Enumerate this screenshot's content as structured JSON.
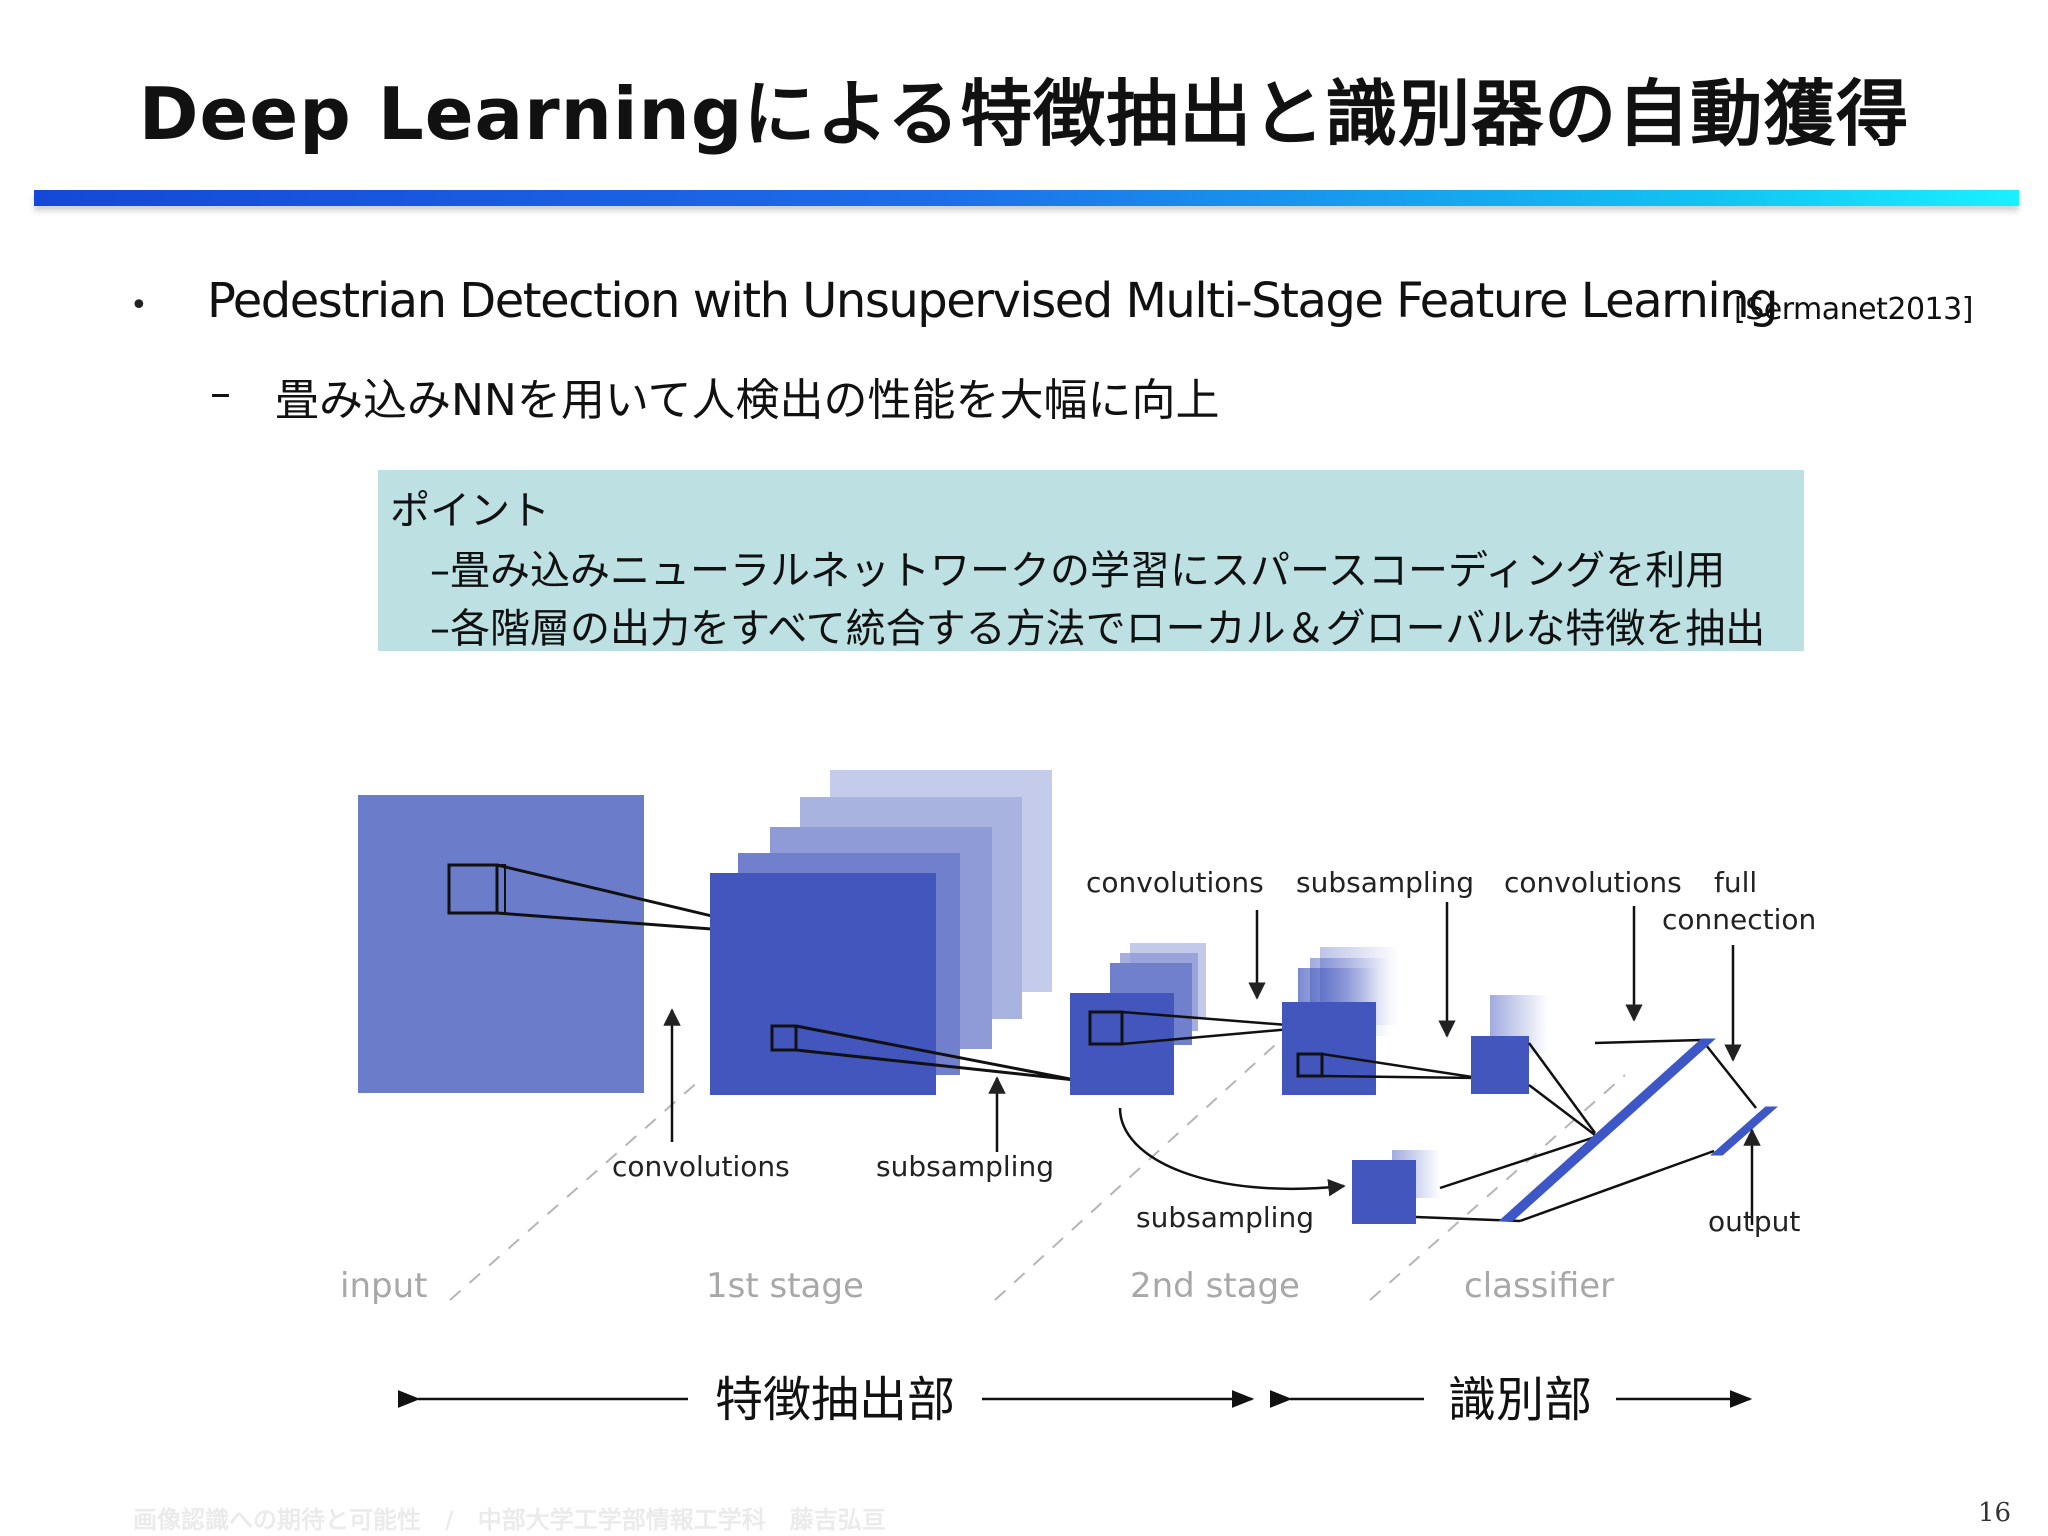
{
  "slide": {
    "title": "Deep Learningによる特徴抽出と識別器の自動獲得",
    "bullet": {
      "text": "Pedestrian Detection with Unsupervised Multi-Stage Feature Learning",
      "ref": "[Sermanet2013]",
      "sub": "畳み込みNNを用いて人検出の性能を大幅に向上"
    },
    "point_box": {
      "title": "ポイント",
      "lines": [
        "–畳み込みニューラルネットワークの学習にスパースコーディングを利用",
        "–各階層の出力をすべて統合する方法でローカル＆グローバルな特徴を抽出"
      ]
    },
    "footer": "画像認識への期待と可能性　/　中部大学工学部情報工学科　藤吉弘亘",
    "page_number": "16"
  },
  "diagram": {
    "labels": {
      "convolutions_1": "convolutions",
      "subsampling_1": "subsampling",
      "convolutions_2": "convolutions",
      "subsampling_2": "subsampling",
      "convolutions_3": "convolutions",
      "full_connection_1": "full",
      "full_connection_2": "connection",
      "subsampling_3": "subsampling",
      "output": "output",
      "input": "input",
      "stage1": "1st stage",
      "stage2": "2nd stage",
      "classifier": "classifier"
    },
    "brackets": {
      "feature_extraction": "特徴抽出部",
      "classification": "識別部"
    },
    "colors": {
      "input_map": "#6b7ccb",
      "feature_map": "#4256bd",
      "light_map": "#c4cbeb",
      "stage_label": "#a8a8a8"
    }
  }
}
